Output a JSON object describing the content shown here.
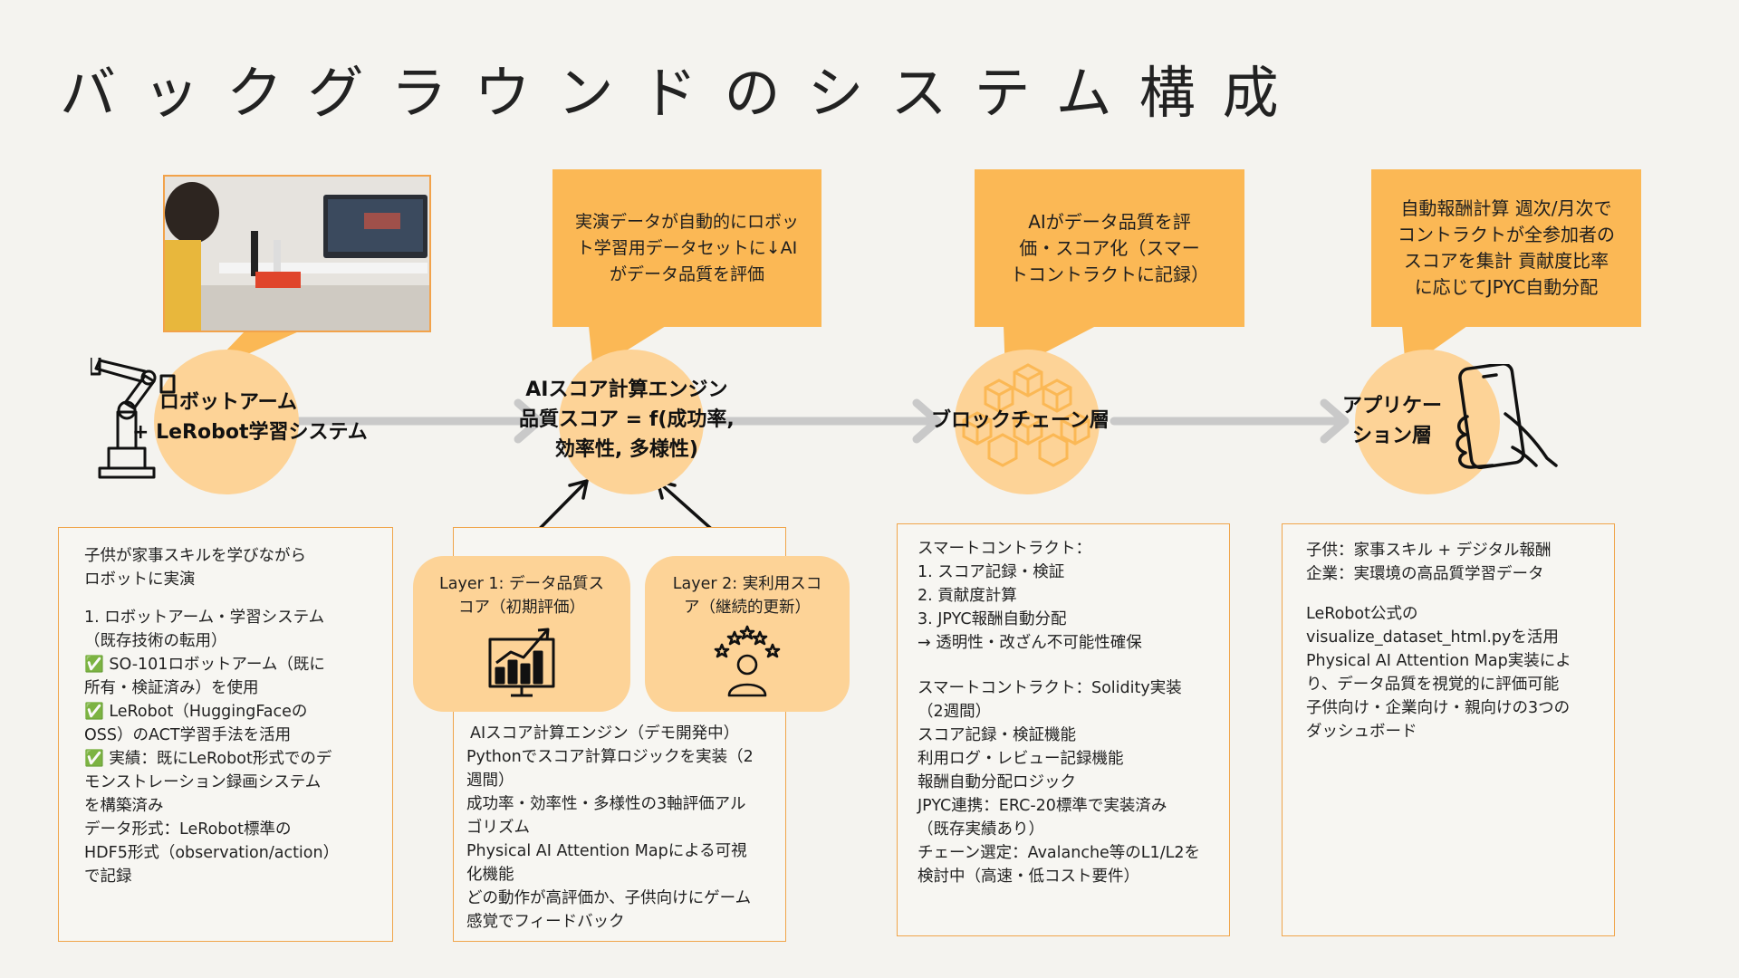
{
  "title": "バックグラウンドのシステム構成",
  "colors": {
    "accent": "#fbb855",
    "circle": "#fdd397",
    "border": "#f0a54a",
    "background": "#f4f3ef"
  },
  "nodes": [
    {
      "label_lines": [
        "ロボットアーム",
        "+ LeRobot学習システム"
      ],
      "icon": "robot-arm-icon"
    },
    {
      "label_lines": [
        "AIスコア計算エンジン",
        "品質スコア = f(成功率,",
        "効率性, 多様性)"
      ],
      "icon": ""
    },
    {
      "label_lines": [
        "ブロックチェーン層"
      ],
      "icon": "blockchain-cubes-icon"
    },
    {
      "label_lines": [
        "アプリケー",
        "ション層"
      ],
      "icon": "smartphone-hand-icon"
    }
  ],
  "bubbles": [
    {
      "lines": [
        "実演データが自動的にロボッ",
        "ト学習用データセットに↓AI",
        "がデータ品質を評価"
      ]
    },
    {
      "lines": [
        "AIがデータ品質を評",
        "価・スコア化（スマー",
        "トコントラクトに記録）"
      ]
    },
    {
      "lines": [
        "自動報酬計算 週次/月次で",
        "コントラクトが全参加者の",
        "スコアを集計 貢献度比率",
        "に応じてJPYC自動分配"
      ]
    }
  ],
  "layers": [
    {
      "lines": [
        "Layer 1: データ品質ス",
        "コア（初期評価）"
      ],
      "icon": "growth-chart-icon"
    },
    {
      "lines": [
        "Layer 2: 実利用スコ",
        "ア（継続的更新）"
      ],
      "icon": "user-rating-stars-icon"
    }
  ],
  "boxes": [
    {
      "lines": [
        "子供が家事スキルを学びながら",
        "ロボットに実演",
        "",
        "1. ロボットアーム・学習システム",
        "（既存技術の転用）",
        "✅ SO-101ロボットアーム（既に",
        "所有・検証済み）を使用",
        "✅ LeRobot（HuggingFaceの",
        "OSS）のACT学習手法を活用",
        "✅ 実績：既にLeRobot形式でのデ",
        "モンストレーション録画システム",
        "を構築済み",
        "データ形式：LeRobot標準の",
        "HDF5形式（observation/action）",
        "で記録"
      ]
    },
    {
      "lines": [
        "AIスコア計算エンジン（デモ開発中）",
        "Pythonでスコア計算ロジックを実装（2",
        "週間）",
        "成功率・効率性・多様性の3軸評価アル",
        "ゴリズム",
        "Physical AI Attention Mapによる可視",
        "化機能",
        "どの動作が高評価か、子供向けにゲーム",
        "感覚でフィードバック"
      ]
    },
    {
      "lines": [
        "スマートコントラクト：",
        "1. スコア記録・検証",
        "2. 貢献度計算",
        "3. JPYC報酬自動分配",
        "→ 透明性・改ざん不可能性確保",
        "",
        "スマートコントラクト：Solidity実装",
        "（2週間）",
        "スコア記録・検証機能",
        "利用ログ・レビュー記録機能",
        "報酬自動分配ロジック",
        "JPYC連携：ERC-20標準で実装済み",
        "（既存実績あり）",
        "チェーン選定：Avalanche等のL1/L2を",
        "検討中（高速・低コスト要件）"
      ]
    },
    {
      "lines": [
        "子供：家事スキル + デジタル報酬",
        "企業：実環境の高品質学習データ",
        "",
        "",
        "LeRobot公式の",
        "visualize_dataset_html.pyを活用",
        "Physical AI Attention Map実装によ",
        "り、データ品質を視覚的に評価可能",
        "子供向け・企業向け・親向けの3つの",
        "ダッシュボード"
      ]
    }
  ]
}
